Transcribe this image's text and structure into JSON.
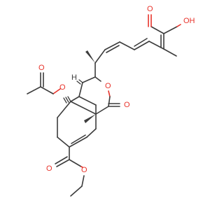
{
  "molecule": {
    "atoms": {
      "carboxyl_oxygen": "O",
      "carboxyl_oh": "OH",
      "ring_oxygen": "O",
      "lactone_carbonyl_oxygen": "O",
      "acetoxy_oxygen": "O",
      "acetyl_carbonyl_oxygen": "O",
      "ester_carbonyl_oxygen": "O",
      "ester_oxygen": "O",
      "bridgehead_hydrogen": "H"
    },
    "colors": {
      "bond": "#3c3c3c",
      "heteroatom": "#e8332b"
    }
  }
}
